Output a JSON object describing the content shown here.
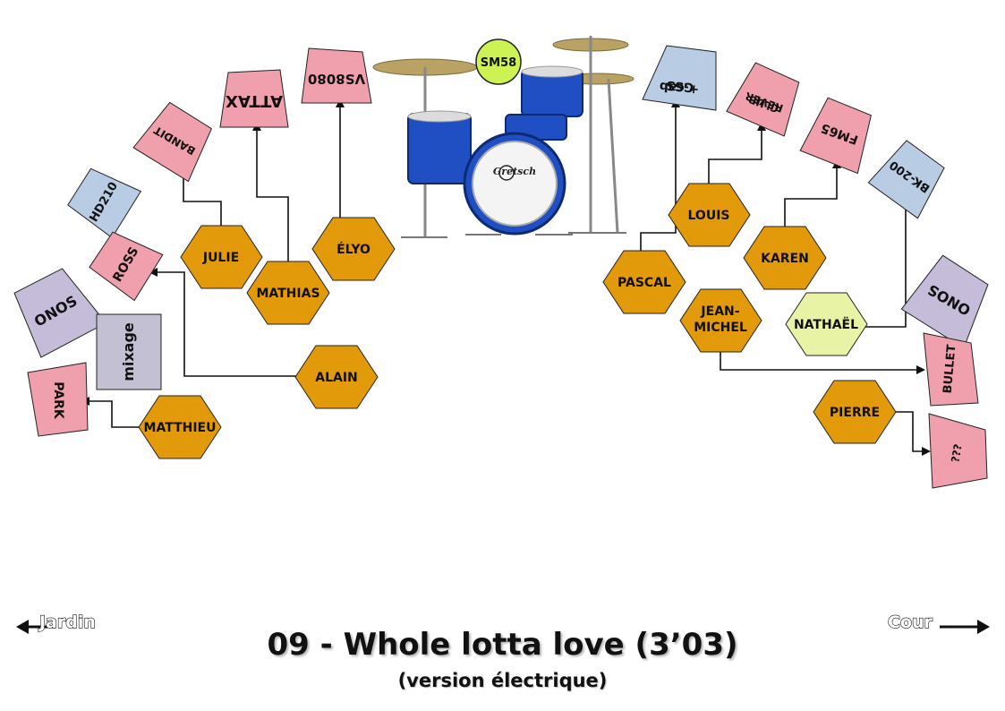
{
  "title": "09 - Whole lotta love (3’03)",
  "subtitle": "(version électrique)",
  "sides": {
    "left": "Jardin",
    "right": "Cour"
  },
  "mic": "SM58",
  "colors": {
    "amp_pink": "#f0a0ac",
    "amp_blue": "#b8cce4",
    "amp_lilac": "#c4bcd8",
    "mixer_gray": "#c2c0d2",
    "person_orange": "#e39a0a",
    "person_light": "#e9f3a6",
    "mic_green": "#ccf254",
    "drum_blue": "#1f4fc2"
  },
  "amps": {
    "vs8080": "VS8080",
    "attax": "ATTAX",
    "bandit": "BANDIT",
    "hd210": "HD210",
    "ross": "ROSS",
    "onos_left": "ONOS",
    "mixage": "mixage",
    "park": "PARK",
    "gss_line1": "GSS",
    "gss_line2": "+ cab",
    "club_line1": "CLUB",
    "club_line2": "REVER",
    "fm65": "FM65",
    "bk200": "BK-200",
    "onos_right": "ONOS",
    "bullet": "BULLET",
    "unknown": "???"
  },
  "people": {
    "elyo": "ÉLYO",
    "julie": "JULIE",
    "mathias": "MATHIAS",
    "alain": "ALAIN",
    "matthieu": "MATTHIEU",
    "pascal": "PASCAL",
    "louis": "LOUIS",
    "karen": "KAREN",
    "jean_michel_line1": "JEAN-",
    "jean_michel_line2": "MICHEL",
    "nathael": "NATHAËL",
    "pierre": "PIERRE"
  }
}
